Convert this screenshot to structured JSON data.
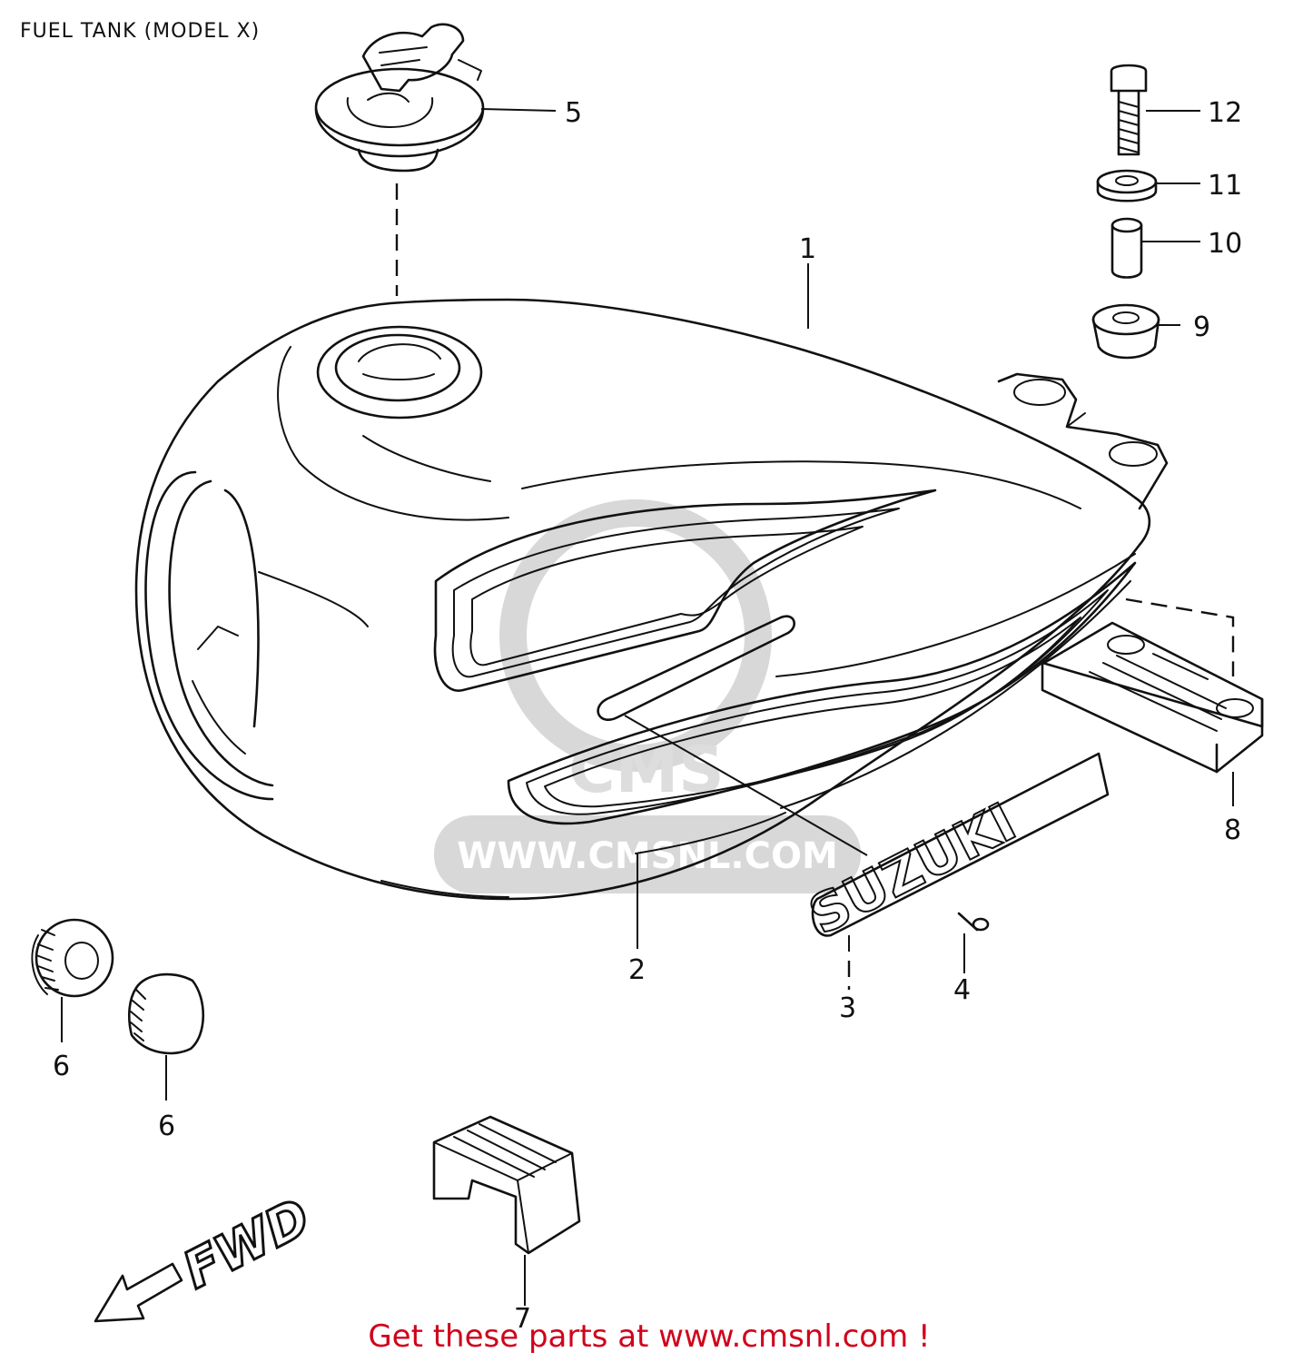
{
  "title": "FUEL TANK (MODEL X)",
  "footer": "Get these parts at www.cmsnl.com !",
  "watermark": {
    "text": "WWW.CMSNL.COM",
    "logo": "CMS"
  },
  "diagram": {
    "direction_marker": "FWD",
    "badge_text": "SUZUKI",
    "callouts": [
      {
        "id": "1",
        "label": "1"
      },
      {
        "id": "2",
        "label": "2"
      },
      {
        "id": "3",
        "label": "3"
      },
      {
        "id": "4",
        "label": "4"
      },
      {
        "id": "5",
        "label": "5"
      },
      {
        "id": "6a",
        "label": "6"
      },
      {
        "id": "6b",
        "label": "6"
      },
      {
        "id": "7",
        "label": "7"
      },
      {
        "id": "8",
        "label": "8"
      },
      {
        "id": "9",
        "label": "9"
      },
      {
        "id": "10",
        "label": "10"
      },
      {
        "id": "11",
        "label": "11"
      },
      {
        "id": "12",
        "label": "12"
      }
    ]
  },
  "colors": {
    "line": "#111111",
    "footer": "#d0021b",
    "watermark": "#d8d8d8"
  }
}
